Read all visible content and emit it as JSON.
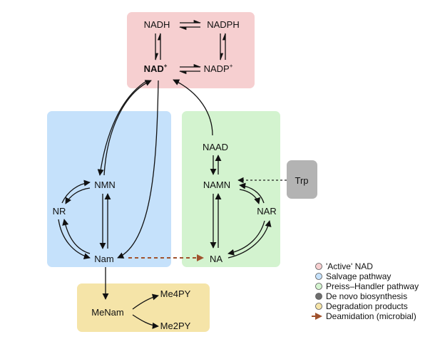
{
  "colors": {
    "active": "#f6cfd0",
    "salvage": "#c5e1fb",
    "preiss": "#d3f3cf",
    "denovo": "#b3b3b3",
    "degradation": "#f5e4a8",
    "deamidation": "#a0522d"
  },
  "nodes": {
    "nadh": "NADH",
    "nadph": "NADPH",
    "nad": "NAD",
    "nad_sup": "+",
    "nadp": "NADP",
    "nadp_sup": "+",
    "nmn": "NMN",
    "nr": "NR",
    "nam": "Nam",
    "naad": "NAAD",
    "namn": "NAMN",
    "nar": "NAR",
    "na": "NA",
    "trp": "Trp",
    "menam": "MeNam",
    "me4py": "Me4PY",
    "me2py": "Me2PY"
  },
  "legend": [
    {
      "label": "'Active' NAD",
      "color": "#f6cfd0",
      "kind": "dot"
    },
    {
      "label": "Salvage pathway",
      "color": "#c5e1fb",
      "kind": "dot"
    },
    {
      "label": "Preiss–Handler pathway",
      "color": "#d3f3cf",
      "kind": "dot"
    },
    {
      "label": "De novo biosynthesis",
      "color": "#6e6e6e",
      "kind": "dot"
    },
    {
      "label": "Degradation products",
      "color": "#f5e4a8",
      "kind": "dot"
    },
    {
      "label": "Deamidation (microbial)",
      "color": "#a0522d",
      "kind": "arrow"
    }
  ]
}
